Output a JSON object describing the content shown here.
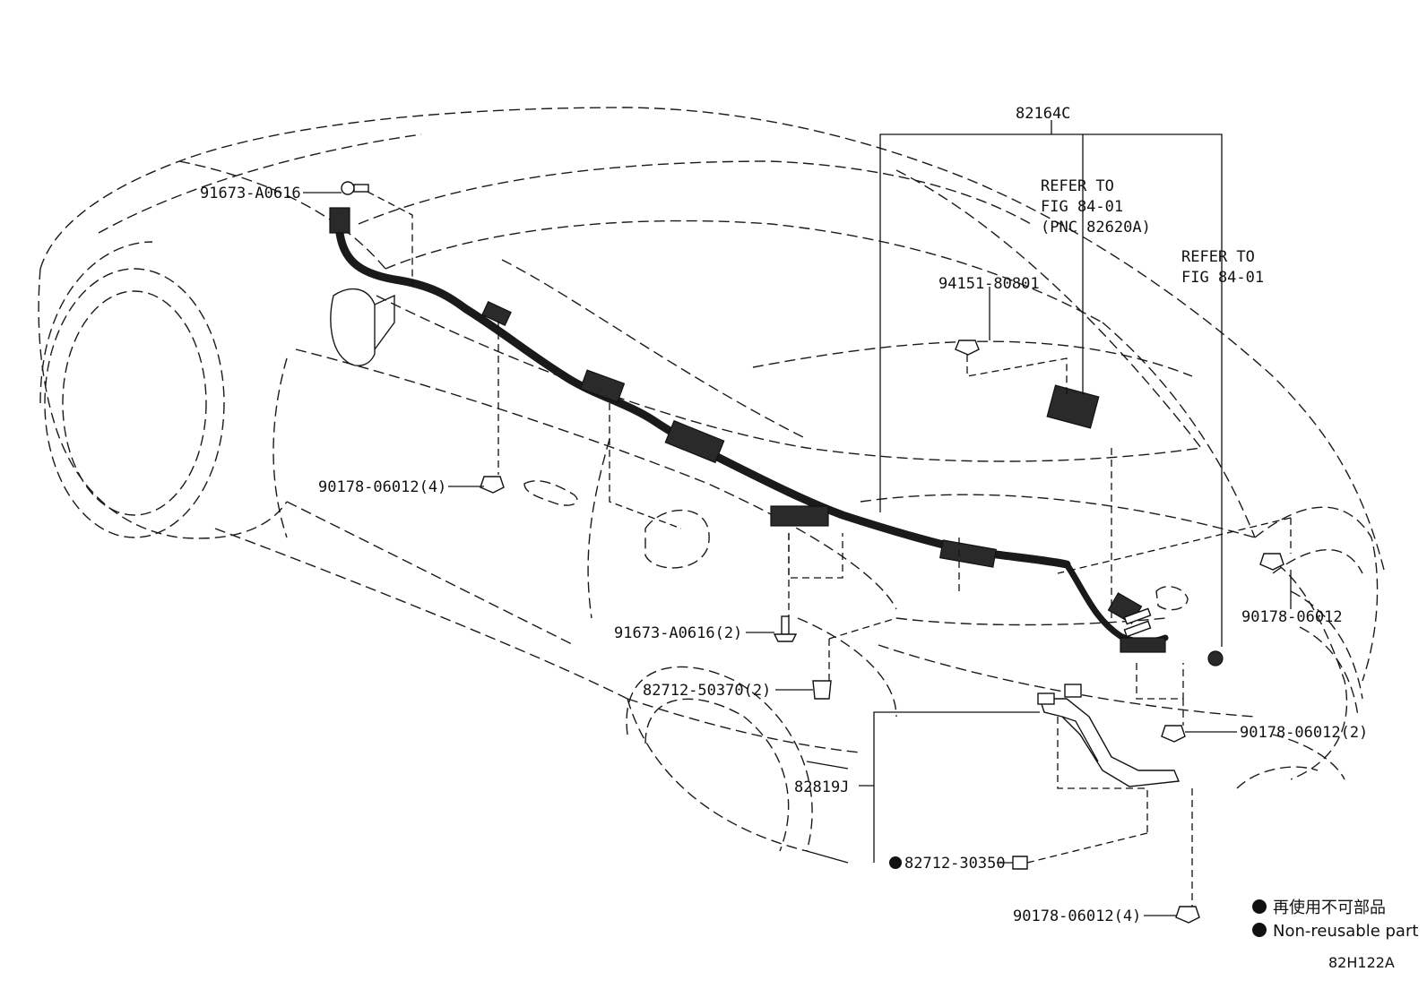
{
  "labels": {
    "p_82164C": "82164C",
    "refer_a_line1": "REFER TO",
    "refer_a_line2": "FIG 84-01",
    "refer_a_line3": "(PNC 82620A)",
    "refer_b_line1": "REFER TO",
    "refer_b_line2": "FIG 84-01",
    "p_91673_A0616": "91673-A0616",
    "p_94151_80801": "94151-80801",
    "p_90178_06012_4_top": "90178-06012(4)",
    "p_90178_06012": "90178-06012",
    "p_91673_A0616_2": "91673-A0616(2)",
    "p_82712_50370_2": "82712-50370(2)",
    "p_90178_06012_2": "90178-06012(2)",
    "p_82819J": "82819J",
    "p_82712_30350": "82712-30350",
    "p_90178_06012_4_bottom": "90178-06012(4)"
  },
  "legend": {
    "line1": "再使用不可部品",
    "line2": "Non-reusable part"
  },
  "diagram_code": "82H122A"
}
